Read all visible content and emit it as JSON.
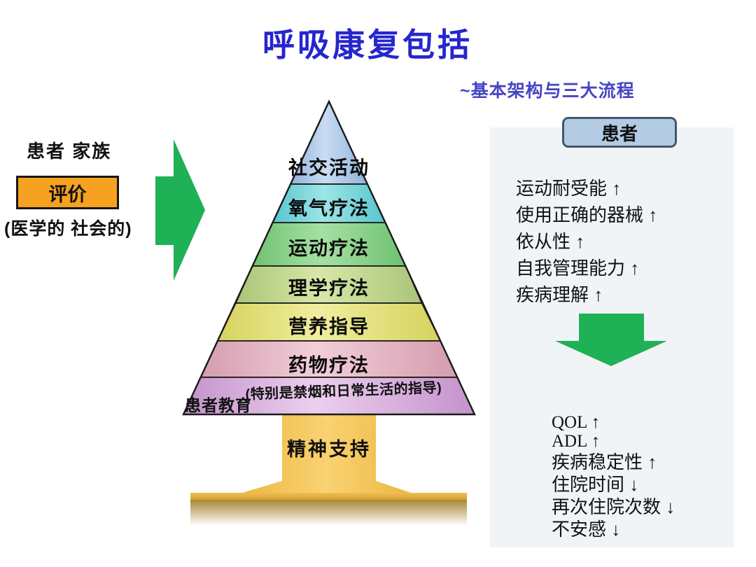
{
  "slide": {
    "title": "呼吸康复包括",
    "subtitle": "~基本架构与三大流程"
  },
  "left": {
    "family_label": "患者 家族",
    "evaluation_label": "评价",
    "scope_label": "(医学的 社会的)"
  },
  "pyramid": {
    "levels": [
      {
        "label": "社交活动",
        "color_edge": "#8fb1da",
        "color_center": "#c9dcf2"
      },
      {
        "label": "氧气疗法",
        "color_edge": "#59c4ce",
        "color_center": "#9ce6e6"
      },
      {
        "label": "运动疗法",
        "color_edge": "#6fc171",
        "color_center": "#a5e0a3"
      },
      {
        "label": "理学疗法",
        "color_edge": "#a9c577",
        "color_center": "#d7e7a8"
      },
      {
        "label": "营养指导",
        "color_edge": "#d6d25f",
        "color_center": "#f0ee9e"
      },
      {
        "label": "药物疗法",
        "color_edge": "#d39dae",
        "color_center": "#f3cdd9"
      },
      {
        "label": "患者教育",
        "color_edge": "#c392cb",
        "color_center": "#eccfee"
      }
    ],
    "education_label": "患者教育",
    "education_note": "(特别是禁烟和日常生活的指导)",
    "trunk_label": "精神支持"
  },
  "right_panel": {
    "patient_box_label": "患者",
    "outcomes_primary": [
      "运动耐受能 ↑",
      "使用正确的器械 ↑",
      "依从性 ↑",
      "自我管理能力 ↑",
      "疾病理解 ↑"
    ],
    "outcomes_secondary": [
      "QOL ↑",
      "ADL ↑",
      "疾病稳定性 ↑",
      "住院时间 ↓",
      "再次住院次数 ↓",
      "不安感 ↓"
    ]
  },
  "colors": {
    "title_blue": "#2626cd",
    "subtitle_blue": "#4545c4",
    "arrow_green": "#1eb155",
    "evaluation_orange": "#f6a11f",
    "patient_box_blue": "#b4cbe4",
    "panel_background": "#f1f4f7",
    "trunk_gold": "#f3c153",
    "outline_black": "#1a1a1a"
  }
}
